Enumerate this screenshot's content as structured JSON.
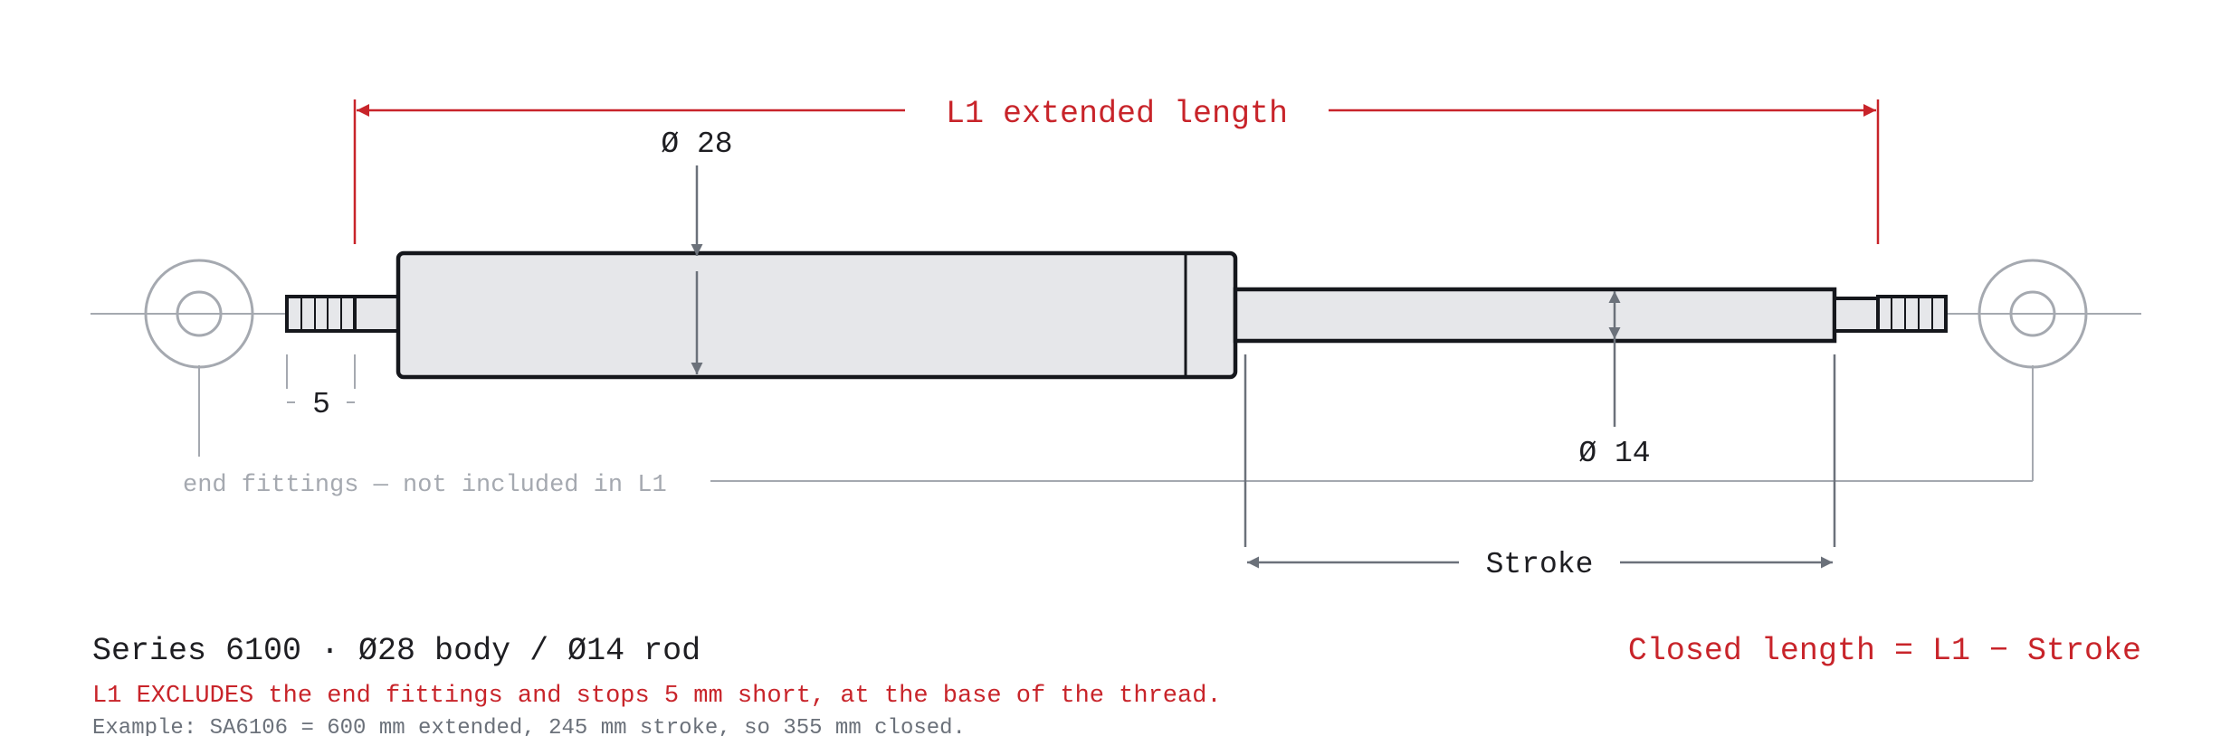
{
  "labels": {
    "l1": "L1 extended length",
    "body_diameter": "Ø 28",
    "rod_diameter": "Ø 14",
    "thread_length": "5",
    "end_fittings_note": "end fittings — not included in L1",
    "stroke": "Stroke"
  },
  "caption": {
    "title": "Series 6100 · Ø28 body / Ø14 rod",
    "formula": "Closed length = L1 − Stroke",
    "note": "L1 EXCLUDES the end fittings and stops 5 mm short, at the base of the thread.",
    "example": "Example: SA6106 = 600 mm extended, 245 mm stroke, so 355 mm closed."
  },
  "colors": {
    "accent_red": "#c8242a",
    "outline": "#15171c",
    "fill": "#e6e7ea",
    "dim_gray": "#6b717a",
    "light_gray": "#a5a9b0",
    "text_dark": "#1e1e22"
  }
}
